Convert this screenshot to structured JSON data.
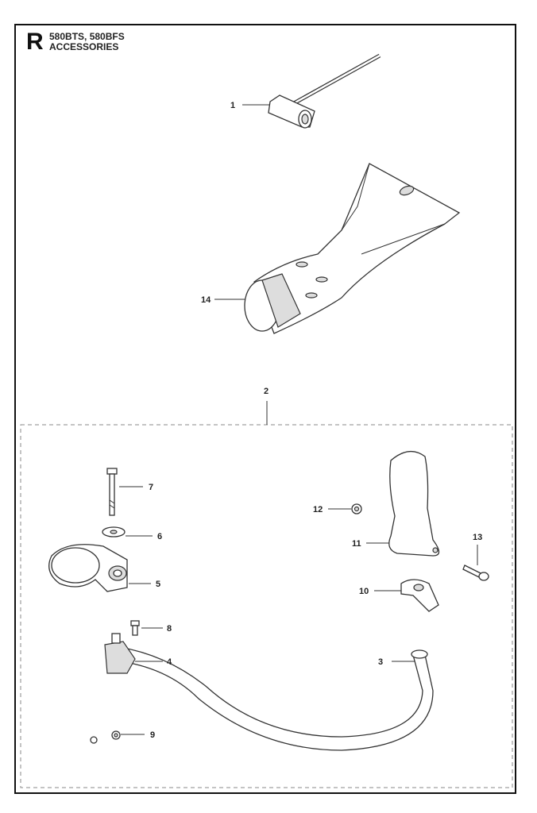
{
  "header": {
    "section_letter": "R",
    "models": "580BTS, 580BFS",
    "title": "ACCESSORIES"
  },
  "callouts": {
    "p1": "1",
    "p2": "2",
    "p3": "3",
    "p4": "4",
    "p5": "5",
    "p6": "6",
    "p7": "7",
    "p8": "8",
    "p9": "9",
    "p10": "10",
    "p11": "11",
    "p12": "12",
    "p13": "13",
    "p14": "14"
  }
}
